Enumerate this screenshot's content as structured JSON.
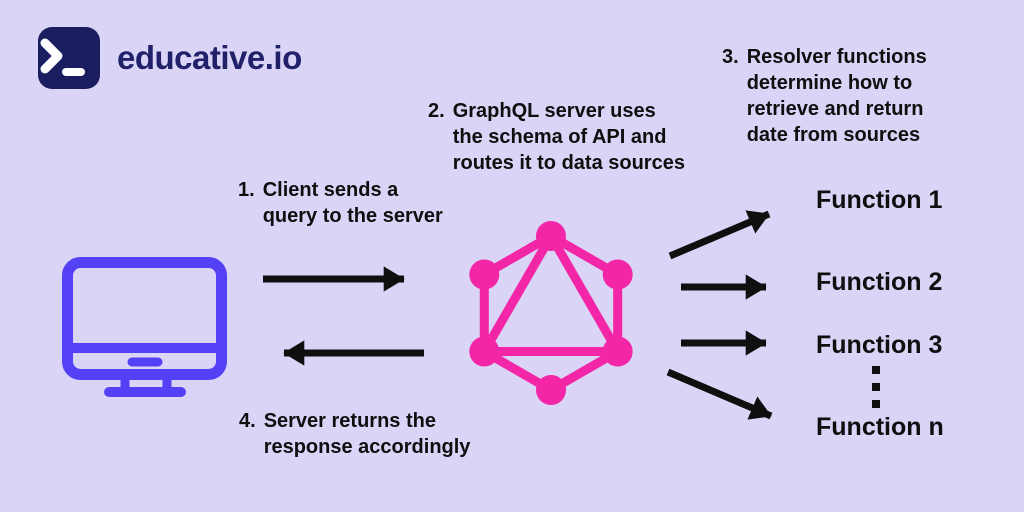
{
  "background_color": "#DAD4F6",
  "brand": {
    "name": "educative.io",
    "icon": "terminal-prompt-icon",
    "square_color": "#1A1D5F",
    "text_color": "#21216B"
  },
  "colors": {
    "client_monitor_blue": "#5440F5",
    "graphql_pink": "#F226A6",
    "arrow_black": "#0F0F0F"
  },
  "icons": {
    "client": "desktop-monitor-icon",
    "server": "graphql-hexagon-icon",
    "ellipsis": "vertical-dots"
  },
  "steps": [
    {
      "num": "1.",
      "text": "Client sends a\nquery to the server"
    },
    {
      "num": "2.",
      "text": "GraphQL server uses\nthe schema of API and\nroutes it to data sources"
    },
    {
      "num": "3.",
      "text": "Resolver functions\ndetermine how to\nretrieve and return\ndate from sources"
    },
    {
      "num": "4.",
      "text": "Server returns the\nresponse accordingly"
    }
  ],
  "functions": [
    {
      "label": "Function 1"
    },
    {
      "label": "Function 2"
    },
    {
      "label": "Function 3"
    },
    {
      "label": "Function n"
    }
  ]
}
